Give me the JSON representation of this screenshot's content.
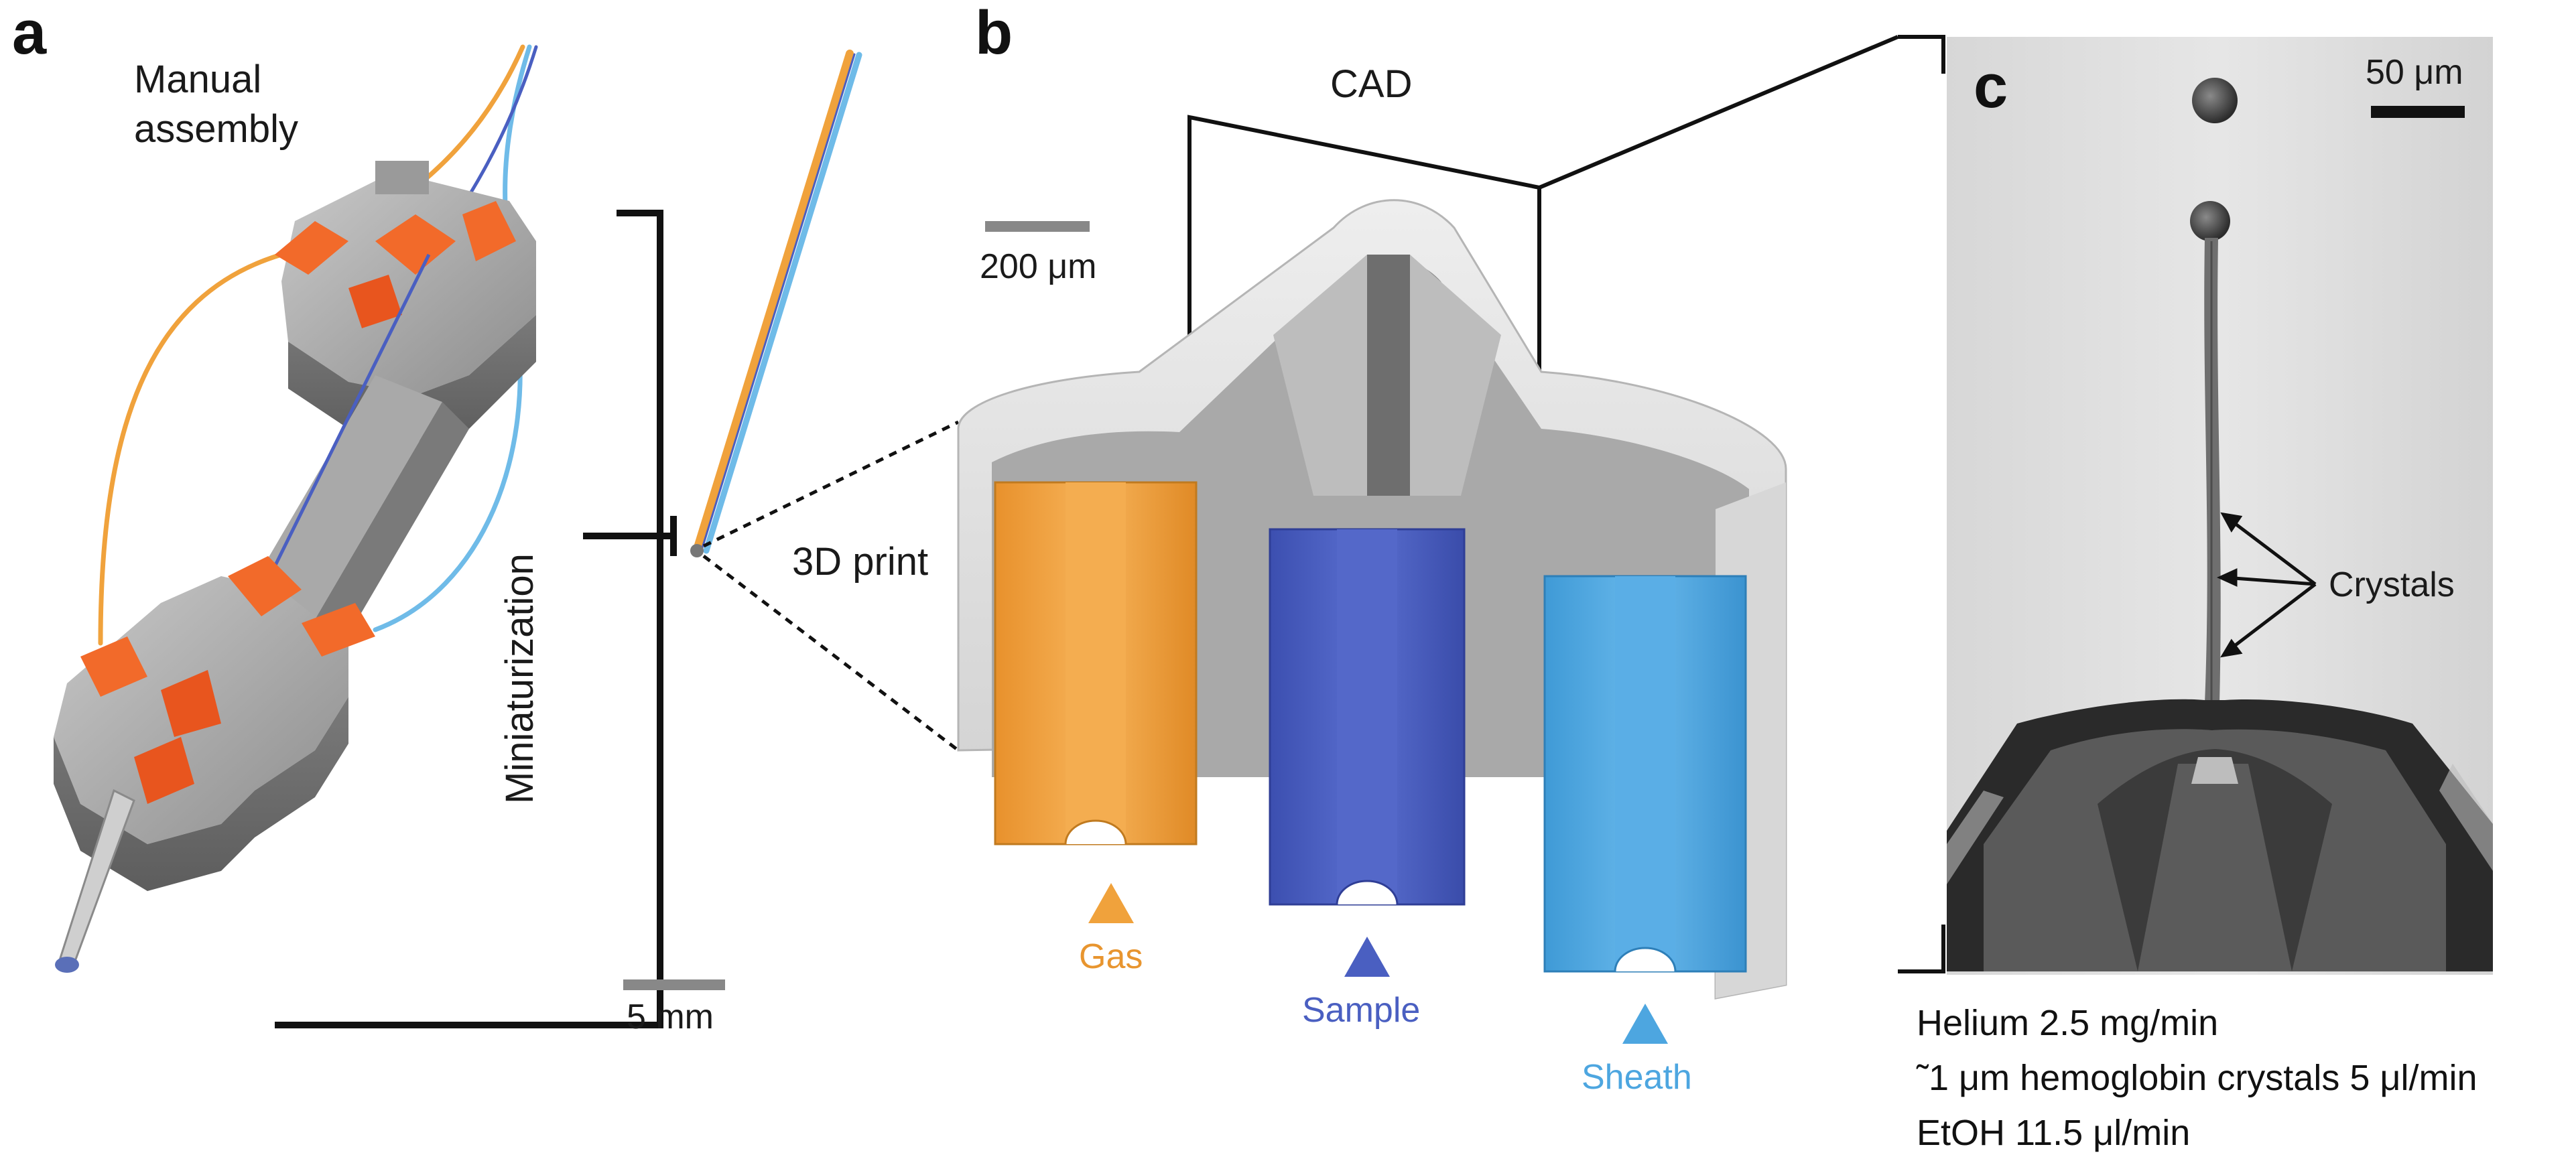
{
  "panels": {
    "a": {
      "letter": "a",
      "title_line1": "Manual",
      "title_line2": "assembly",
      "bracket_label": "Miniaturization",
      "scale_bar": "5 mm"
    },
    "b": {
      "letter": "b",
      "cad_label": "CAD",
      "scale_bar": "200 μm",
      "print_label": "3D print",
      "channels": [
        {
          "label": "Gas",
          "color": "#F0A23C"
        },
        {
          "label": "Sample",
          "color": "#4A5FC1"
        },
        {
          "label": "Sheath",
          "color": "#4DA6E0"
        }
      ]
    },
    "c": {
      "letter": "c",
      "scale_bar": "50 μm",
      "crystals_label": "Crystals",
      "conditions": [
        "Helium 2.5 mg/min",
        "˜1 μm hemoglobin crystals 5 μl/min",
        "EtOH 11.5 μl/min"
      ]
    }
  },
  "colors": {
    "gas": "#F0A23C",
    "sample": "#4A5FC1",
    "sheath": "#4DA6E0",
    "orange_clamp": "#F26A2A",
    "metal_gray": "#9c9c9c"
  }
}
